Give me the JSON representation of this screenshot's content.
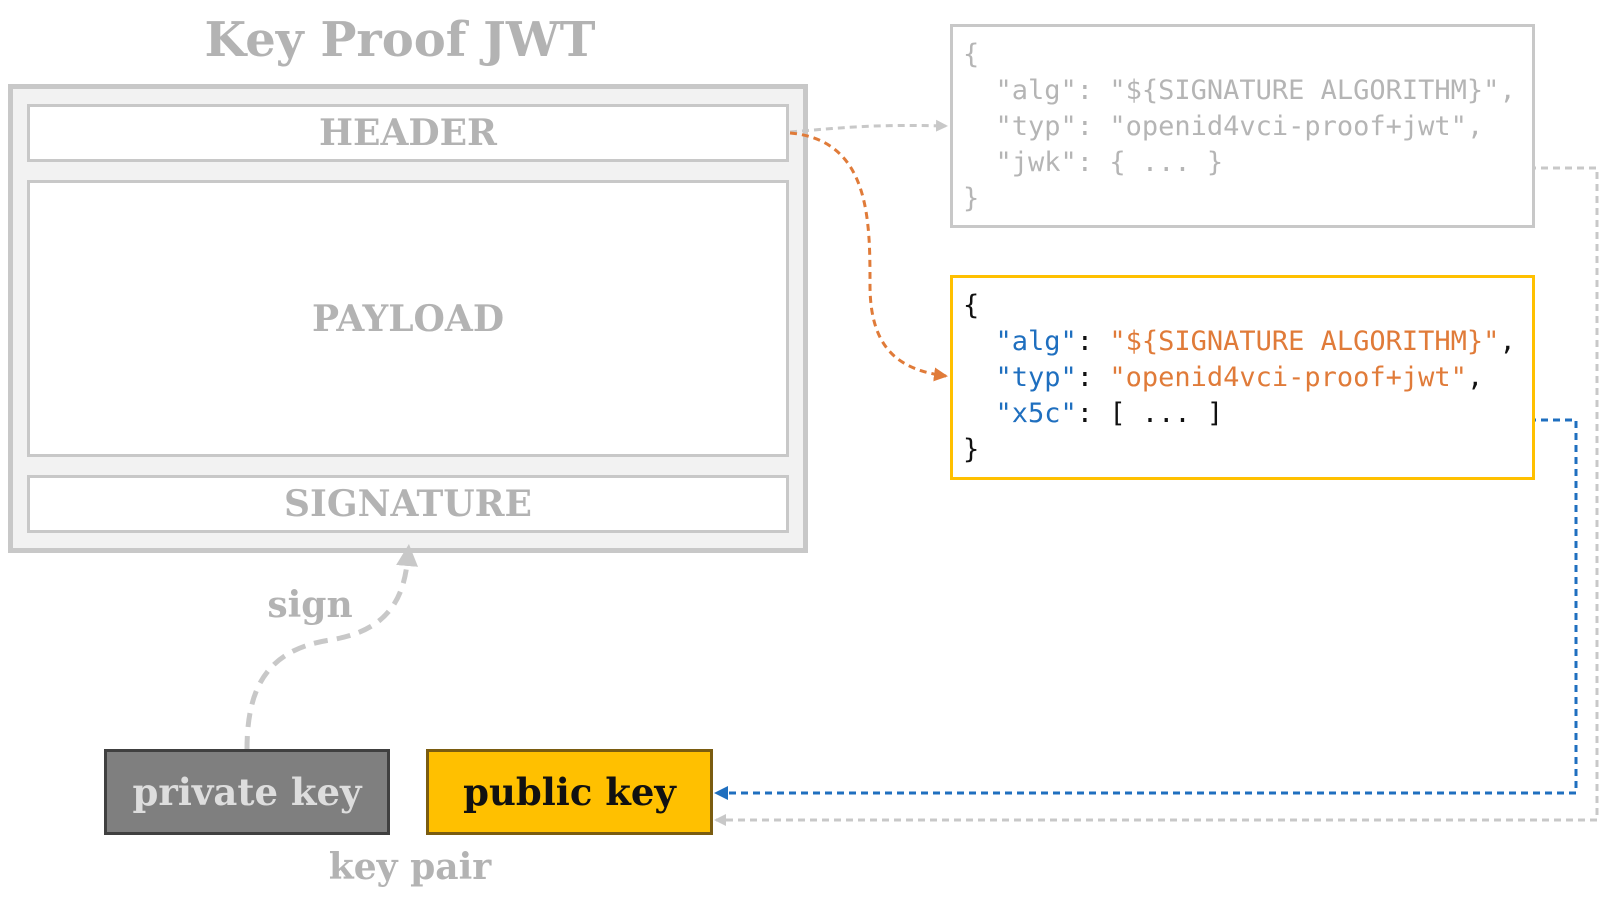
{
  "title": "Key Proof JWT",
  "jwt": {
    "header": "HEADER",
    "payload": "PAYLOAD",
    "signature": "SIGNATURE"
  },
  "json_jwk": {
    "open": "{",
    "alg_key": "\"alg\"",
    "alg_value": "\"${SIGNATURE ALGORITHM}\"",
    "typ_key": "\"typ\"",
    "typ_value": "\"openid4vci-proof+jwt\"",
    "jwk_key": "\"jwk\"",
    "jwk_value": "{ ... }",
    "close": "}"
  },
  "json_x5c": {
    "open": "{",
    "alg_key": "\"alg\"",
    "alg_value": "\"${SIGNATURE ALGORITHM}\"",
    "typ_key": "\"typ\"",
    "typ_value": "\"openid4vci-proof+jwt\"",
    "x5c_key": "\"x5c\"",
    "x5c_value": "[ ... ]",
    "close": "}"
  },
  "keys": {
    "private": "private key",
    "public": "public key",
    "pair_label": "key pair"
  },
  "sign_label": "sign",
  "colors": {
    "gray": "#b3b3b3",
    "gold": "#ffc000",
    "orange": "#e07b39",
    "blue": "#1f6fbf",
    "dark_gray": "#7f7f7f"
  }
}
